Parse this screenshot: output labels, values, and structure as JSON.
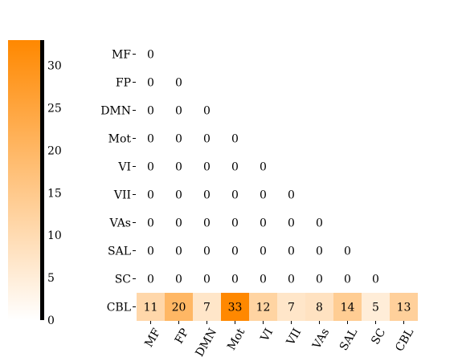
{
  "chart_data": {
    "type": "heatmap",
    "rows": [
      "MF",
      "FP",
      "DMN",
      "Mot",
      "VI",
      "VII",
      "VAs",
      "SAL",
      "SC",
      "CBL"
    ],
    "columns": [
      "MF",
      "FP",
      "DMN",
      "Mot",
      "VI",
      "VII",
      "VAs",
      "SAL",
      "SC",
      "CBL"
    ],
    "values": [
      [
        0
      ],
      [
        0,
        0
      ],
      [
        0,
        0,
        0
      ],
      [
        0,
        0,
        0,
        0
      ],
      [
        0,
        0,
        0,
        0,
        0
      ],
      [
        0,
        0,
        0,
        0,
        0,
        0
      ],
      [
        0,
        0,
        0,
        0,
        0,
        0,
        0
      ],
      [
        0,
        0,
        0,
        0,
        0,
        0,
        0,
        0
      ],
      [
        0,
        0,
        0,
        0,
        0,
        0,
        0,
        0,
        0
      ],
      [
        11,
        20,
        7,
        33,
        12,
        7,
        8,
        14,
        5,
        13
      ]
    ],
    "colorbar": {
      "min": 0,
      "max": 33,
      "ticks": [
        0,
        5,
        10,
        15,
        20,
        25,
        30
      ],
      "colors": [
        "#ffffff",
        "#ff8800"
      ]
    }
  }
}
